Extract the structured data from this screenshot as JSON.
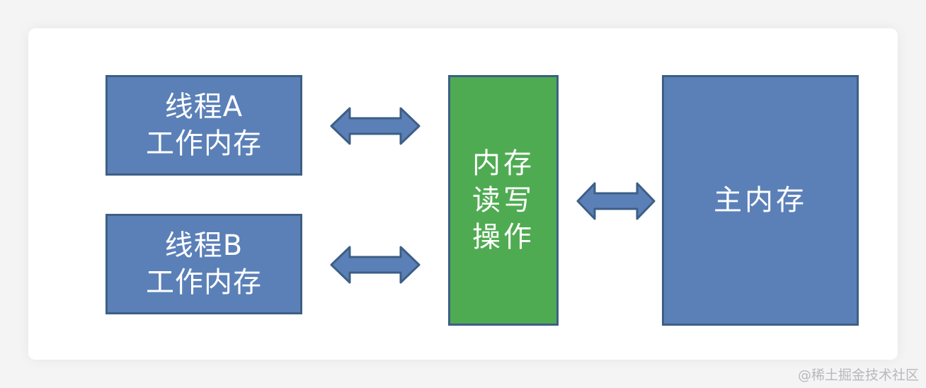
{
  "diagram": {
    "thread_a": {
      "line1": "线程A",
      "line2": "工作内存"
    },
    "thread_b": {
      "line1": "线程B",
      "line2": "工作内存"
    },
    "rw_op": {
      "line1": "内存",
      "line2": "读写",
      "line3": "操作"
    },
    "main_memory": {
      "label": "主内存"
    },
    "colors": {
      "box_blue": "#5b80b8",
      "box_green": "#4fab52",
      "border": "#3d5f86",
      "arrow_fill": "#5b80b8",
      "arrow_stroke": "#3d5f86"
    }
  },
  "watermark": "@稀土掘金技术社区"
}
